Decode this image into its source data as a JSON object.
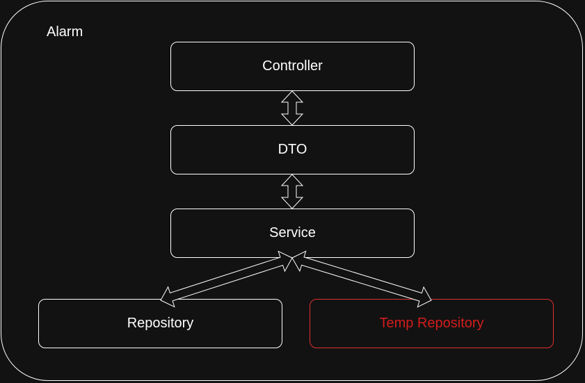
{
  "group": {
    "label": "Alarm"
  },
  "nodes": {
    "controller": "Controller",
    "dto": "DTO",
    "service": "Service",
    "repository": "Repository",
    "temp_repository": "Temp Repository"
  },
  "colors": {
    "background": "#121212",
    "stroke": "#ffffff",
    "temp_accent": "#d41c1c"
  },
  "connectors": [
    {
      "from": "controller",
      "to": "dto",
      "style": "double-headed-block-arrow"
    },
    {
      "from": "dto",
      "to": "service",
      "style": "double-headed-block-arrow"
    },
    {
      "from": "service",
      "to": "repository",
      "style": "double-headed-block-arrow"
    },
    {
      "from": "service",
      "to": "temp_repository",
      "style": "double-headed-block-arrow"
    }
  ]
}
